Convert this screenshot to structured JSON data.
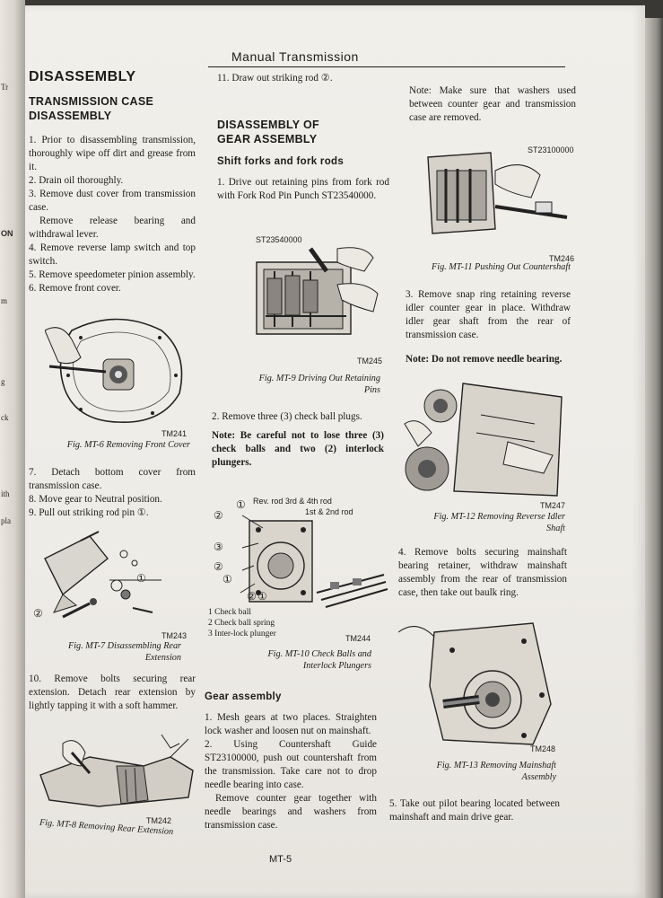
{
  "binder_fragments": [
    "Tr",
    "ON",
    "m",
    "g",
    "ck",
    "ith",
    "pla"
  ],
  "header": {
    "title": "Manual Transmission"
  },
  "col1": {
    "section_title": "DISASSEMBLY",
    "sub_title_1": "TRANSMISSION CASE",
    "sub_title_2": "DISASSEMBLY",
    "steps_a": [
      "1.  Prior to disassembling transmission, thoroughly wipe off dirt and grease from it.",
      "2.  Drain oil thoroughly.",
      "3.  Remove dust cover from transmission case.",
      "Remove release bearing and withdrawal lever.",
      "4.  Remove reverse lamp switch and top switch.",
      "5.  Remove speedometer pinion assembly.",
      "6.  Remove front cover."
    ],
    "fig6": {
      "tm": "TM241",
      "caption": "Fig. MT-6  Removing Front Cover"
    },
    "steps_b": [
      "7.  Detach bottom cover from transmission case.",
      "8.  Move gear to Neutral position.",
      "9.  Pull out striking rod pin ①."
    ],
    "fig7": {
      "tm": "TM243",
      "caption_1": "Fig. MT-7  Disassembling Rear",
      "caption_2": "Extension",
      "callout_1": "①",
      "callout_2": "②"
    },
    "step_10": "10.  Remove bolts securing rear extension. Detach rear extension by lightly tapping it with a soft hammer.",
    "fig8": {
      "tm": "TM242",
      "caption": "Fig. MT-8  Removing Rear Extension"
    }
  },
  "col2": {
    "step_11": "11.  Draw out striking rod ②.",
    "section_1": "DISASSEMBLY OF",
    "section_2": "GEAR ASSEMBLY",
    "sub_shift": "Shift forks and fork rods",
    "step_1": "1.  Drive out retaining pins from fork rod with Fork Rod Pin Punch ST23540000.",
    "fig9": {
      "tool": "ST23540000",
      "tm": "TM245",
      "caption_1": "Fig. MT-9  Driving Out Retaining",
      "caption_2": "Pins"
    },
    "step_2": "2.  Remove three (3) check ball plugs.",
    "note": "Note:  Be careful not to lose three (3) check balls and two (2) interlock plungers.",
    "fig10": {
      "label_rev": "Rev. rod 3rd & 4th rod",
      "label_1st": "1st & 2nd rod",
      "callouts": [
        "①",
        "②",
        "③",
        "②",
        "①",
        "②",
        "①"
      ],
      "legend": [
        "1  Check ball",
        "2  Check ball spring",
        "3  Inter-lock plunger"
      ],
      "tm": "TM244",
      "caption_1": "Fig. MT-10  Check Balls and",
      "caption_2": "Interlock Plungers"
    },
    "sub_gear": "Gear assembly",
    "gear_steps": [
      "1.  Mesh gears at two places. Straighten lock washer and loosen nut on mainshaft.",
      "2.  Using Countershaft Guide ST23100000, push out countershaft from the transmission. Take care not to drop needle bearing into case.",
      "Remove counter gear together with needle bearings and washers from transmission case."
    ]
  },
  "col3": {
    "note_top": "Note:  Make sure that washers used between counter gear and transmission case are removed.",
    "fig11": {
      "tool": "ST23100000",
      "tm": "TM246",
      "caption": "Fig. MT-11  Pushing Out Countershaft"
    },
    "step_3": "3.  Remove snap ring retaining reverse idler counter gear in place. Withdraw idler gear shaft from the rear of transmission case.",
    "note_2": "Note:  Do not remove needle bearing.",
    "fig12": {
      "tm": "TM247",
      "caption_1": "Fig. MT-12  Removing Reverse Idler",
      "caption_2": "Shaft"
    },
    "step_4": "4.  Remove bolts securing mainshaft bearing retainer, withdraw mainshaft assembly from the rear of transmission case, then take out baulk ring.",
    "fig13": {
      "tm": "TM248",
      "caption_1": "Fig. MT-13  Removing Mainshaft",
      "caption_2": "Assembly"
    },
    "step_5": "5.  Take out pilot bearing located between mainshaft and main drive gear."
  },
  "footer": {
    "page_number": "MT-5"
  }
}
